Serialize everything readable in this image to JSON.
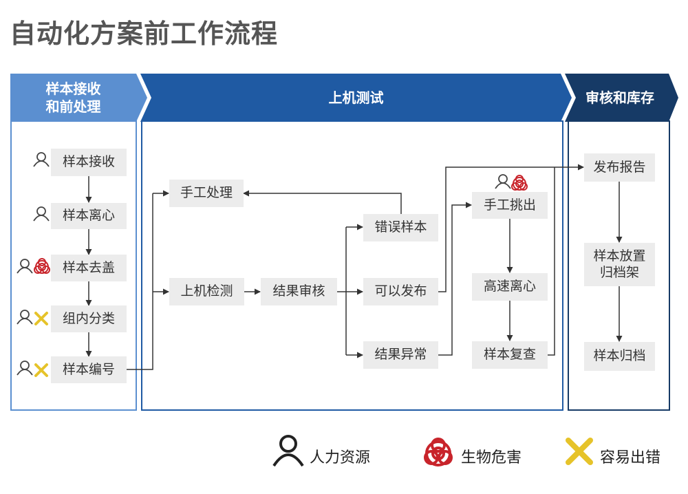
{
  "title": "自动化方案前工作流程",
  "phases": {
    "pre": "样本接收\n和前处理",
    "test": "上机测试",
    "review": "审核和库存"
  },
  "nodes": {
    "receive": "样本接收",
    "centrifuge": "样本离心",
    "decap": "样本去盖",
    "sort": "组内分类",
    "number": "样本编号",
    "manual": "手工处理",
    "instrument": "上机检测",
    "result_review": "结果审核",
    "error_sample": "错误样本",
    "publishable": "可以发布",
    "abnormal": "结果异常",
    "manual_pick": "手工挑出",
    "high_speed": "高速离心",
    "recheck": "样本复查",
    "release_report": "发布报告",
    "place_rack": "样本放置\n归档架",
    "archive": "样本归档"
  },
  "legend": {
    "human": "人力资源",
    "biohazard": "生物危害",
    "error_prone": "容易出错"
  },
  "colors": {
    "phase_light": "#5b8fd0",
    "phase_mid": "#1f5aa3",
    "phase_dark": "#163a66",
    "biohazard": "#c8242b",
    "error": "#e6c32a"
  }
}
